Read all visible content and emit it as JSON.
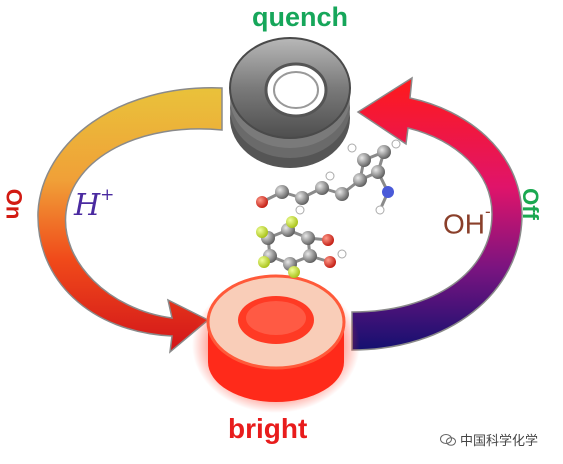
{
  "labels": {
    "top": "quench",
    "bottom": "bright",
    "left_side": "On",
    "right_side": "Off",
    "left_reagent": "H",
    "left_reagent_charge": "+",
    "right_reagent": "OH",
    "right_reagent_charge": "-"
  },
  "watermark": {
    "text": "中国科学化学",
    "icon": "wechat-icon"
  },
  "colors": {
    "quench_text": "#16a65a",
    "bright_text": "#e81c1c",
    "on_text": "#d21a12",
    "off_text": "#1aa850",
    "acid": "#4a2aa0",
    "base": "#8a3f2a",
    "ring_gray": "#7c7c7c",
    "ring_glow": "#ff3a24"
  }
}
